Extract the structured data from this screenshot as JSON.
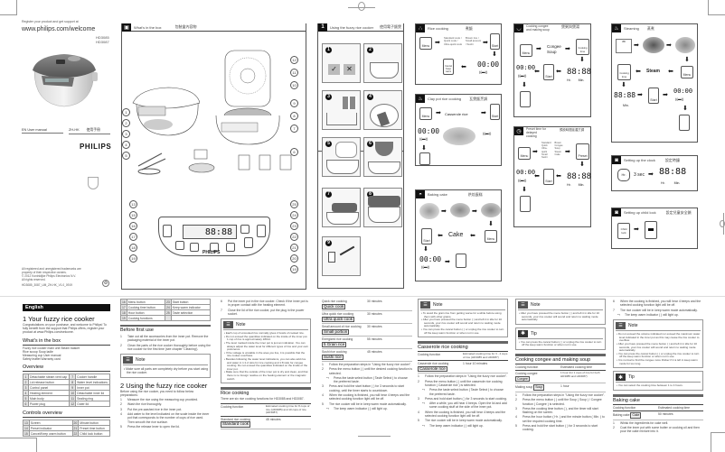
{
  "cover": {
    "register_text": "Register your product and get support at",
    "url": "www.philips.com/welcome",
    "models": [
      "HD3085",
      "HD3087"
    ],
    "lang_en": "EN  User manual",
    "lang_zh": "ZH-HK",
    "lang_zh_label": "使用手冊",
    "brand": "PHILIPS"
  },
  "legal": {
    "lines": [
      "All registered and unregistered trademarks are",
      "property of their respective owners.",
      "© 2012 Koninklijke Philips Electronics N.V.",
      "All rights reserved."
    ],
    "doc_code": "HD3085_3087_UM_ZH-HK_V1.0_0919"
  },
  "whats_in_box_panel": {
    "title": "What's in the box",
    "title_zh": "包裝盒內容物",
    "callouts_left": [
      "1",
      "2",
      "3",
      "4",
      "5"
    ],
    "callouts_right": [
      "12",
      "11",
      "10",
      "9",
      "8",
      "7",
      "6"
    ],
    "panel_callouts_left": [
      "13",
      "15",
      "16",
      "17",
      "18",
      "19"
    ],
    "panel_callouts_right": [
      "25",
      "24",
      "23",
      "22",
      "21",
      "20",
      "19"
    ],
    "display": "88:88",
    "panel_brand": "PHILIPS"
  },
  "using_panel": {
    "title": "Using the fuzzy rice cooker",
    "title_zh": "使用電子飯煲",
    "steps": [
      "1",
      "2",
      "3",
      "4",
      "5",
      "6",
      "7",
      "8",
      "9"
    ]
  },
  "rice_cooking_panel": {
    "title": "Rice cooking",
    "title_zh": "煮飯",
    "menu": "Menu",
    "opt1": "Standard cook / Quick cook / Ultra-quick cook",
    "opt2": "Brown rice / Small amount / Sushi",
    "start": "Start",
    "timer": "00:00",
    "keep_warm": "Cancel Keep warm"
  },
  "claypot_panel": {
    "title": "Clay pot rice cooking",
    "title_zh": "瓦煲飯烹調",
    "menu": "Menu",
    "label": "Casserole rice",
    "start": "Start",
    "timer": "00:00"
  },
  "cake_panel": {
    "title": "Baking cake",
    "title_zh": "烘焙蛋糕",
    "label": "Cake",
    "menu": "Menu",
    "start": "Start",
    "timer": "00:00"
  },
  "congee_panel": {
    "title": "Cooking congee and making soup",
    "title_zh": "煲粥與煲湯",
    "menu": "Menu",
    "label": "Congee Soup",
    "cooking_time": "Cooking time",
    "display": "88:88",
    "hr": "Hr.",
    "min": "Min.",
    "timer": "00:00",
    "start": "Start"
  },
  "preset_panel": {
    "title": "Preset time for delayed cooking",
    "title_zh": "預設時間延遲烹調",
    "menu": "Menu",
    "preset": "Preset",
    "display": "88:88",
    "hr": "Hr.",
    "min": "Min.",
    "timer": "00:00",
    "start": "Start"
  },
  "steaming_panel": {
    "title": "Steaming",
    "title_zh": "蒸煮",
    "label": "Steam",
    "menu": "Menu",
    "cooking_time": "Cooking time",
    "display": "88:88",
    "min": "Min.",
    "timer": "00:00",
    "start": "Start"
  },
  "clock_panel": {
    "title": "Setting up the clock",
    "title_zh": "設定時鐘",
    "hr_btn": "Hr.",
    "hold": "3 sec",
    "display": "88:88",
    "hr": "Hr.",
    "min": "Min."
  },
  "childlock_panel": {
    "title": "Setting up child lock",
    "title_zh": "設定兒童安全鎖",
    "btn": "Child lock"
  },
  "english": {
    "bar": "English",
    "h1": "1  Your fuzzy rice cooker",
    "intro": "Congratulations on your purchase, and welcome to Philips! To fully benefit from the support that Philips offers, register your product at www.Philips.com/welcome.",
    "box_title": "What's in the box",
    "box_items": [
      "Fuzzy rice cooker main unit   Steam basket",
      "Rice scoop      Soup ladle",
      "Measuring cup     User manual",
      "Safety leaflet     Warranty card"
    ],
    "overview_title": "Overview",
    "overview": [
      [
        "1",
        "Detachable steam vent cap",
        "7",
        "Cooker handle"
      ],
      [
        "2",
        "Lid release button",
        "8",
        "Water level indications"
      ],
      [
        "3",
        "Control panel",
        "9",
        "Inner pot"
      ],
      [
        "4",
        "Heating element",
        "10",
        "Detachable inner lid"
      ],
      [
        "5",
        "Main body",
        "11",
        "Sealing ring"
      ],
      [
        "6",
        "Power plug",
        "12",
        "Outer lid"
      ]
    ],
    "controls_title": "Controls overview",
    "controls": [
      [
        "13",
        "Screen",
        "20",
        "Minute button"
      ],
      [
        "14",
        "Preset indicator",
        "21",
        "Preset time button"
      ],
      [
        "15",
        "Cancel/Keep warm button",
        "22",
        "Child lock button"
      ],
      [
        "16",
        "Menu button",
        "23",
        "Start button"
      ],
      [
        "17",
        "Cooking time button",
        "24",
        "Keep warm indicator"
      ],
      [
        "18",
        "Hour button",
        "25",
        "Taste selection"
      ],
      [
        "19",
        "Cooking functions",
        "",
        ""
      ]
    ],
    "before_title": "Before first use",
    "before_steps": [
      "Take out all the accessories from the inner pot. Remove the packaging material of the inner pot.",
      "Clean the parts of the rice cooker thoroughly before using the rice cooker for the first time (see chapter 'Cleaning')."
    ],
    "note_label": "Note",
    "note1": "Make sure all parts are completely dry before you start using the rice cooker.",
    "h2": "2  Using the fuzzy rice cooker",
    "using_intro": "Before using the rice cooker, you need to follow below preparations:",
    "using_steps": [
      "Measure the rice using the measuring cup provided.",
      "Wash the rice thoroughly.",
      "Put the pre-washed rice in the inner pot.",
      "Add water to the level indicated on the scale inside the inner pot that corresponds to the number of cups of rice used. Then smooth the rice surface.",
      "Press the release lever to open the lid."
    ],
    "using_steps_cont": [
      "Put the inner pot in the rice cooker. Check if the inner pot is in proper contact with the heating element.",
      "Close the lid of the rice cooker, put the plug in the power socket."
    ],
    "note2": [
      "Each cup of uncooked rice normally gives 2 bowls of cooked rice.",
      "Do not exceed the quantities indicated on the inside of the inner pot. 1 cup of rice is approximately 180ml.",
      "The level marked inside the inner pot is just an indication. You can always adjust the water level for different types of rice and your own preference.",
      "If the voltage is unstable in the area you live, it is possible that the rice cooker overflows.",
      "Besides following the water level indications, you can also add rice and water in 1:1.2 ratio for rice cooking and 1:8 ratio for congee cooking. Do not exceed the quantities indicated on the inside of the inner pot.",
      "Make sure that the outside of the inner pot is dry and clean, and that there is no foreign residue on the heating element or the magnetic switch."
    ],
    "rice_title": "Rice cooking",
    "rice_intro": "There are six rice cooking functions for HD3085 and HD3087.",
    "rice_col1": "Cooking function",
    "rice_col2": "Estimated cooking time for 8 cups of rice (HD3085) and 10 cups of rice (HD3087)",
    "rice_rows": [
      [
        "Standard rice cooking",
        "Standard cook",
        "45 minutes"
      ],
      [
        "Quick rice cooking",
        "Quick cook",
        "30 minutes"
      ],
      [
        "Ultra quick rice cooking",
        "Ultra quick cook",
        "30 minutes"
      ],
      [
        "Small amount of rice cooking",
        "Small portion",
        "30 minutes"
      ],
      [
        "Energized rice cooking",
        "5 Grain rice",
        "55 minutes"
      ],
      [
        "Sushi rice cooking",
        "Sushi rice",
        "45 minutes"
      ]
    ],
    "rice_steps": [
      "Follow the preparation steps in \"Using the fuzzy rice cooker\".",
      "Press the menu button ( ) until the desired cooking function is selected.",
      "Press the taste select button ( Taste Select ) to choose the preferred taste.",
      "Press and hold the start button ( ) for 3 seconds to start cooking, until the timer starts to countdown.",
      "When the cooking is finished, you will hear 4 beeps and the selected cooking function light will be off.",
      "The rice cooker will be in keep warm mode automatically.",
      "The keep warm indicator ( ) will light up."
    ],
    "note3": [
      "To avoid the grain rice from getting worse for a while before using them with other grains.",
      "After you have pressed the menu button ( ) and left it in idle for 10 seconds, your rice cooker will sound and return to waiting mode automatically.",
      "You can press the cancel button ( ) or unplug the rice cooker to turn off the keep warm function or when not in use."
    ],
    "casserole_title": "Casserole rice cooking",
    "casserole_col1": "Cooking function",
    "casserole_col2": "Estimated cooking time for 3 - 4 cups of rice (HD3085 and HD3087)",
    "casserole_row": [
      "Casserole rice cooking",
      "Casserole rice",
      "1 hour 10 minutes"
    ],
    "casserole_steps": [
      "Follow the preparation steps in \"Using the fuzzy rice cooker\".",
      "Press the menu button ( ) until the casserole rice cooking function ( Casserole rice ) is selected.",
      "Press the taste select button ( Taste Select ) to choose the preferred taste.",
      "Press and hold start button ( ) for 3 seconds to start cooking.",
      "After a while, you will hear 4 beeps. Open the lid and add some cooking stuff at the side of the inner pot.",
      "When the cooking is finished, you will hear 4 beeps and the selected cooking function light will be off.",
      "The rice cooker will be in keep warm mode automatically.",
      "The keep warm indicator ( ) will light up."
    ],
    "note4": [
      "After you have pressed the menu button ( ) and left it in idle for 10 seconds, your rice cooker will sound and return to waiting mode automatically."
    ],
    "tip_label": "Tip",
    "tip1": "You can press the cancel button ( ) or unplug the rice cooker to turn off the keep warm function or when not in use.",
    "congee_title": "Cooking congee and making soup",
    "congee_col1": "Cooking function",
    "congee_col2": "Estimated cooking time",
    "congee_rows": [
      [
        "Cooking congee",
        "Congee",
        "1 hour (for 1 cups of rice for both HD3085 and HD3087)"
      ],
      [
        "Making soup",
        "Soup",
        "1 hour"
      ]
    ],
    "congee_steps": [
      "Follow the preparation steps in \"Using the fuzzy rice cooker\".",
      "Press the menu button ( ) until the Soup ( Soup ) / Congee function ( Congee ) is selected.",
      "Press the cooking time button ( ), and the timer will start flashing on the screen.",
      "Press the hour button ( Hr. ) and the minute button ( Min. ) to set the required cooking time.",
      "Press and hold the start button ( ) for 3 seconds to start cooking."
    ],
    "congee_steps_cont": [
      "When the cooking is finished, you will hear 4 beeps and the selected cooking function light will be off.",
      "The rice cooker will be in keep warm mode automatically.",
      "The keep warm indicator ( ) will light up."
    ],
    "note5": [
      "Do not exceed the volume indicated nor exceed the maximum water level indicated in the inner pot as this may cause the rice cooker to overflow.",
      "After you have pressed the menu button ( ) and left it in idle for 10 seconds, your rice cooker will sound and return to waiting mode automatically.",
      "You can press the cancel button ( ) or unplug the rice cooker to turn off the keep warm function or when not in use.",
      "It is normal to find the congee more thicker if it is left in keep warm mode for too long."
    ],
    "tip2": "You can select the cooking time between 1 to 4 hours.",
    "cake_title": "Baking cake",
    "cake_col1": "Cooking function",
    "cake_col2": "Estimated cooking time",
    "cake_row": [
      "Baking cake",
      "Cake",
      "50 minutes"
    ],
    "cake_steps": [
      "Whisk the ingredients for cake well.",
      "Coat the inner pot with some butter or cooking oil and then pour the cake mixture into it."
    ]
  }
}
